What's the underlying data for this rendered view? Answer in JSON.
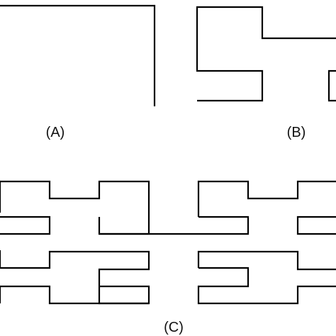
{
  "figure": {
    "panels": [
      {
        "id": "A",
        "label": "(A)"
      },
      {
        "id": "B",
        "label": "(B)"
      },
      {
        "id": "C",
        "label": "(C)"
      }
    ]
  }
}
